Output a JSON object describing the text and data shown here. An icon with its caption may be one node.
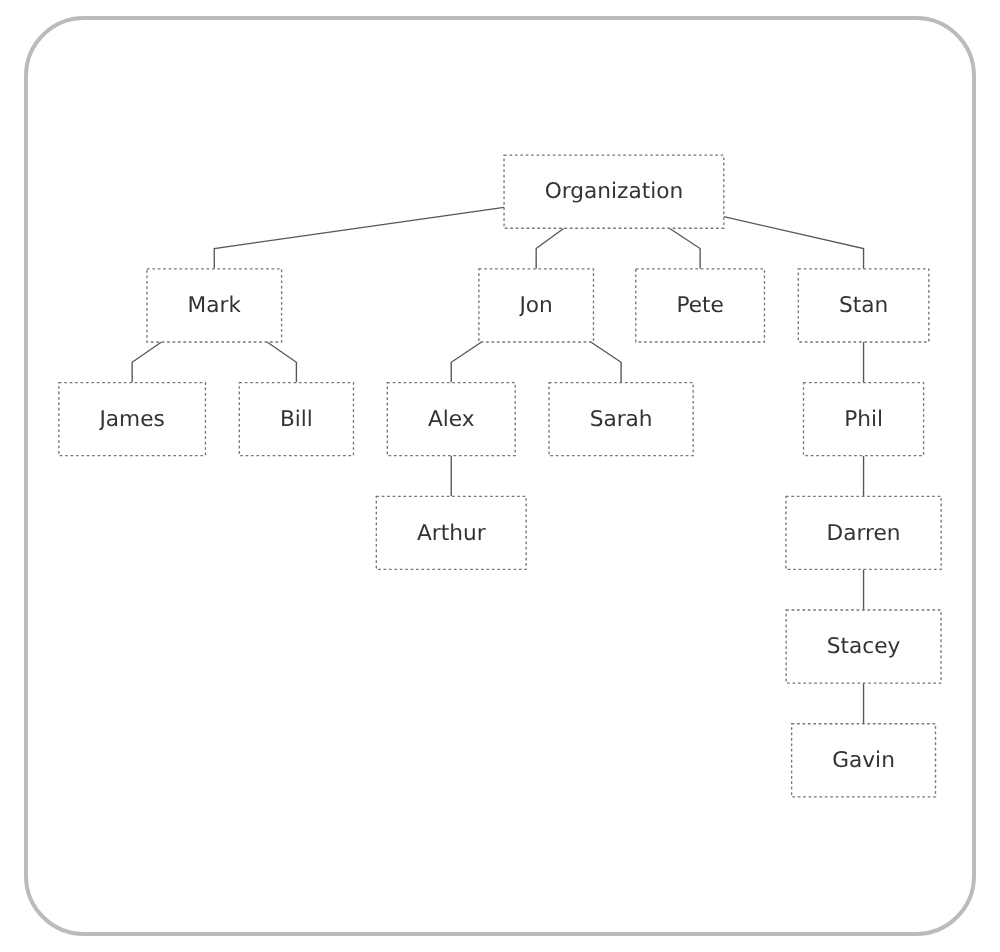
{
  "diagram": {
    "nodes": [
      {
        "text": [
          "Organization"
        ]
      },
      {
        "text": [
          "Mark"
        ]
      },
      {
        "text": [
          "Jon"
        ]
      },
      {
        "text": [
          "Pete"
        ]
      },
      {
        "text": [
          "Stan"
        ]
      },
      {
        "text": [
          "James"
        ]
      },
      {
        "text": [
          "Bill"
        ]
      },
      {
        "text": [
          "Alex"
        ]
      },
      {
        "text": [
          "Sarah"
        ]
      },
      {
        "text": [
          "Phil"
        ]
      },
      {
        "text": [
          "Arthur"
        ]
      },
      {
        "text": [
          "Darren"
        ]
      },
      {
        "text": [
          "Stacey"
        ]
      },
      {
        "text": [
          "Gavin"
        ]
      }
    ],
    "edges": [
      {
        "from": 0,
        "to": 1,
        "arrow": "none"
      },
      {
        "from": 0,
        "to": 2,
        "arrow": "none"
      },
      {
        "from": 0,
        "to": 3,
        "arrow": "none"
      },
      {
        "from": 0,
        "to": 4,
        "arrow": "none"
      },
      {
        "from": 1,
        "to": 5,
        "arrow": "none"
      },
      {
        "from": 1,
        "to": 6,
        "arrow": "none"
      },
      {
        "from": 2,
        "to": 7,
        "arrow": "none"
      },
      {
        "from": 2,
        "to": 8,
        "arrow": "none"
      },
      {
        "from": 4,
        "to": 9,
        "arrow": "none"
      },
      {
        "from": 7,
        "to": 10,
        "arrow": "none"
      },
      {
        "from": 9,
        "to": 11,
        "arrow": "none"
      },
      {
        "from": 11,
        "to": 12,
        "arrow": "none"
      },
      {
        "from": 12,
        "to": 13,
        "arrow": "none"
      }
    ]
  }
}
